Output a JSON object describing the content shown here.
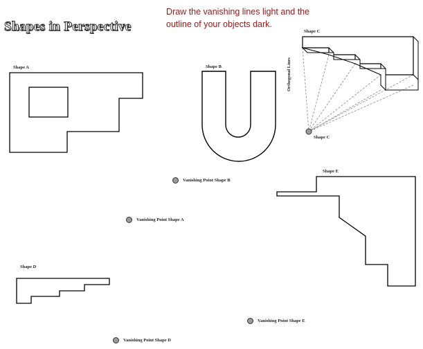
{
  "title": "Shapes in Perspective",
  "instruction": {
    "line1": "Draw the vanishing lines light and the",
    "line2": "outline of your objects dark."
  },
  "shapes": {
    "a": {
      "label": "Shape A"
    },
    "b": {
      "label": "Shape B"
    },
    "c": {
      "label": "Shape C",
      "point_label": "Shape C",
      "guide_label": "Orthogonal Lines"
    },
    "d": {
      "label": "Shape D"
    },
    "e": {
      "label": "Shape E"
    }
  },
  "vanishing_points": {
    "a": "Vanishing Point Shape A",
    "b": "Vanishing Point Shape B",
    "d": "Vanishing Point Shape D",
    "e": "Vanishing Point Shape E"
  },
  "colors": {
    "instruction": "#8b1a1a",
    "outline": "#000000",
    "point_fill": "#9a9a9a",
    "guide_line": "#888888"
  }
}
